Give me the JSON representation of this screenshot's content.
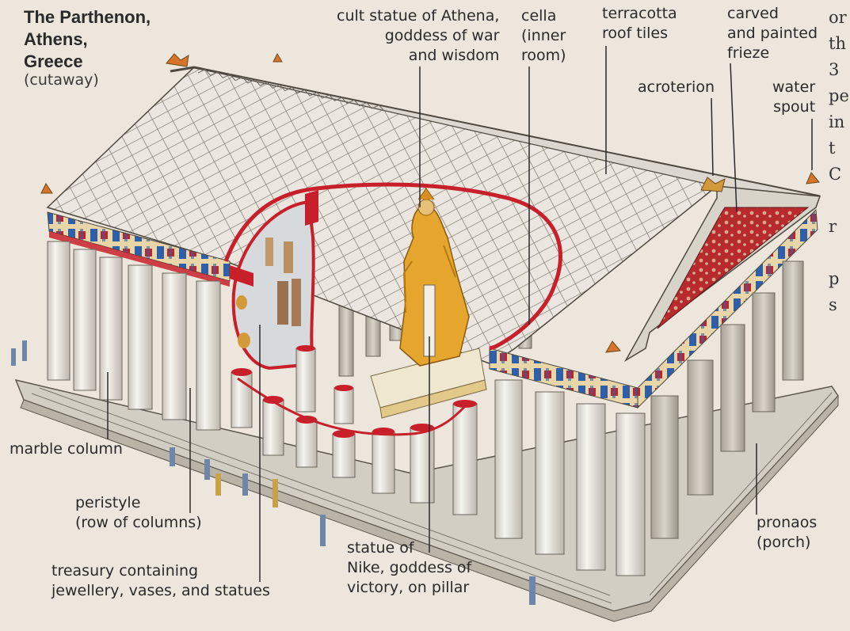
{
  "title": "The Parthenon,\nAthens,\nGreece",
  "subtitle": "(cutaway)",
  "labels": {
    "cult_statue": "cult statue of Athena,\ngoddess of war\nand wisdom",
    "cella": "cella\n(inner\nroom)",
    "roof_tiles": "terracotta\nroof tiles",
    "frieze": "carved\nand painted\nfrieze",
    "acroterion": "acroterion",
    "water_spout": "water\nspout",
    "marble_column": "marble column",
    "peristyle": "peristyle\n(row of columns)",
    "treasury": "treasury containing\njewellery, vases, and statues",
    "nike": "statue of\nNike, goddess of\nvictory, on pillar",
    "pronaos": "pronaos\n(porch)"
  },
  "edge_text": "or\nth\n3\npe\nin\nt\nC\n\nr\n\np\ns",
  "colors": {
    "background": "#ece6dc",
    "marble": "#efece6",
    "roof": "#e9e5de",
    "cutaway_red": "#c8202a",
    "frieze_blue": "#2f5fa8",
    "gold": "#e3a129",
    "pediment_red": "#b82a2e",
    "ink": "#2a2a2a"
  }
}
